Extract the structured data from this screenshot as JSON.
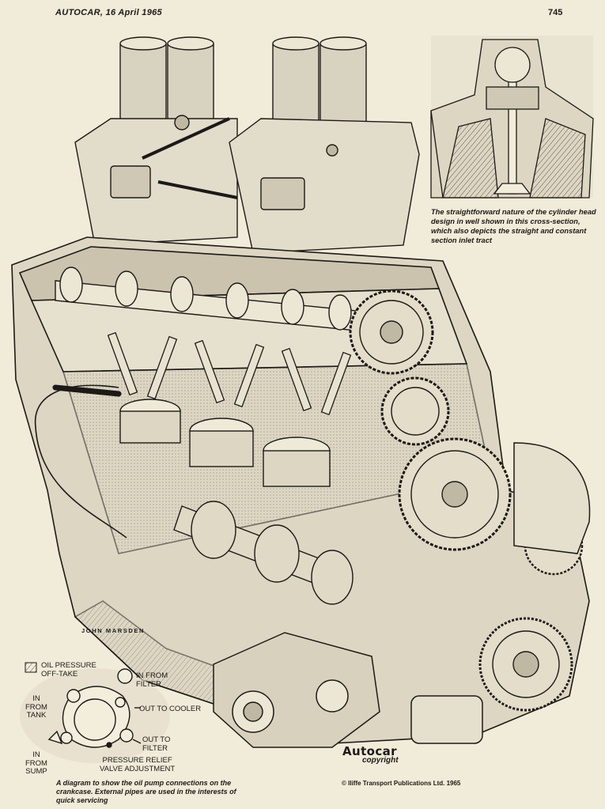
{
  "header": {
    "left": "AUTOCAR, 16 April 1965",
    "page_number": "745"
  },
  "inset": {
    "caption": "The straightforward nature of the cylinder head design in well shown in this cross-section, which also depicts the straight and constant section inlet tract"
  },
  "artist_signature": "JOHN MARSDEN",
  "oil_diagram": {
    "labels": {
      "oil_pressure": "OIL PRESSURE\nOFF-TAKE",
      "in_from_filter": "IN FROM\nFILTER",
      "in_from_tank": "IN\nFROM\nTANK",
      "out_to_cooler": "OUT TO COOLER",
      "out_to_filter": "OUT TO\nFILTER",
      "in_from_sump": "IN\nFROM\nSUMP",
      "pressure_relief": "PRESSURE RELIEF\nVALVE ADJUSTMENT"
    },
    "caption": "A diagram to show the oil pump connections on the crankcase.  External pipes are used in the interests of quick servicing"
  },
  "brand": {
    "name": "Autocar",
    "sub": "copyright"
  },
  "copyright": "© Iliffe Transport Publications Ltd. 1965"
}
